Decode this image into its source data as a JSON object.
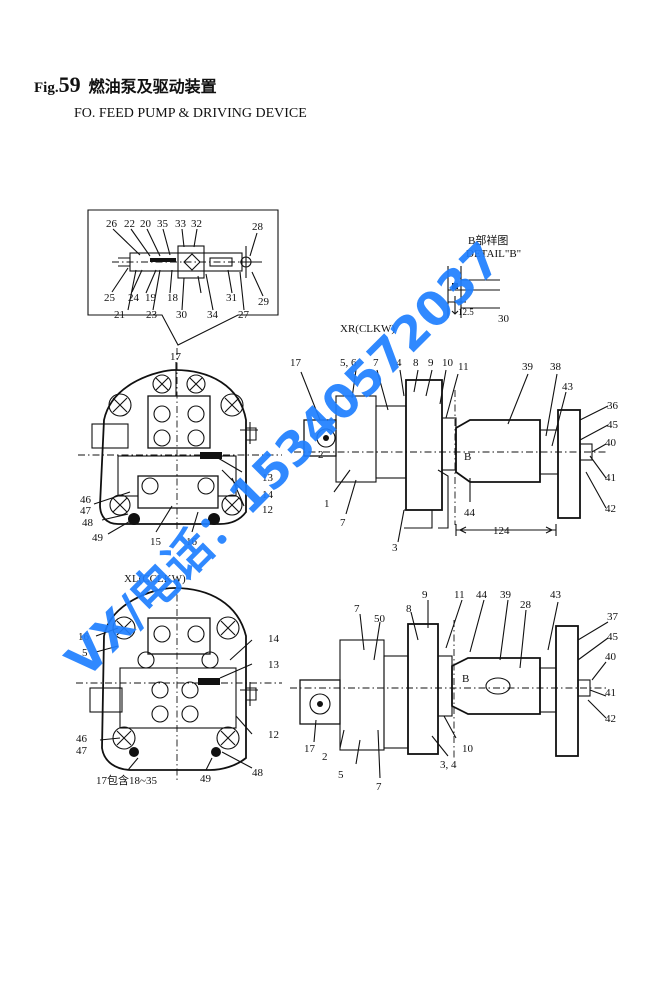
{
  "figure": {
    "prefix": "Fig.",
    "number": "59",
    "title_cn": "燃油泵及驱动装置",
    "title_en": "FO. FEED PUMP & DRIVING DEVICE"
  },
  "views": {
    "detail_b_cn": "B部祥图",
    "detail_b_en": "DETAIL\"B\"",
    "xr": "XR(CLKW)",
    "xl": "XL(CCLKW)"
  },
  "labels": {
    "inset": [
      "26",
      "22",
      "20",
      "35",
      "33",
      "32",
      "28",
      "25",
      "24",
      "19",
      "18",
      "31",
      "29",
      "21",
      "23",
      "30",
      "34",
      "27"
    ],
    "front_xr": [
      "17",
      "13",
      "14",
      "12",
      "46",
      "47",
      "48",
      "49",
      "15",
      "16"
    ],
    "side_xr": [
      "17",
      "5, 6",
      "7",
      "4",
      "8",
      "9",
      "10",
      "11",
      "39",
      "38",
      "43",
      "36",
      "45",
      "40",
      "41",
      "42",
      "44",
      "124",
      "B",
      "1",
      "2",
      "7",
      "3"
    ],
    "front_xl": [
      "16",
      "5",
      "14",
      "13",
      "12",
      "46",
      "47",
      "49",
      "48",
      "17包含18~35"
    ],
    "side_xl": [
      "7",
      "50",
      "8",
      "9",
      "11",
      "44",
      "39",
      "28",
      "43",
      "37",
      "45",
      "40",
      "41",
      "42",
      "10",
      "3, 4",
      "7",
      "5",
      "2",
      "17",
      "B"
    ],
    "detail_b": [
      "12.5",
      "30"
    ]
  },
  "watermark": {
    "text": "VX/电话：15340572037",
    "color": "#1f7fff"
  }
}
